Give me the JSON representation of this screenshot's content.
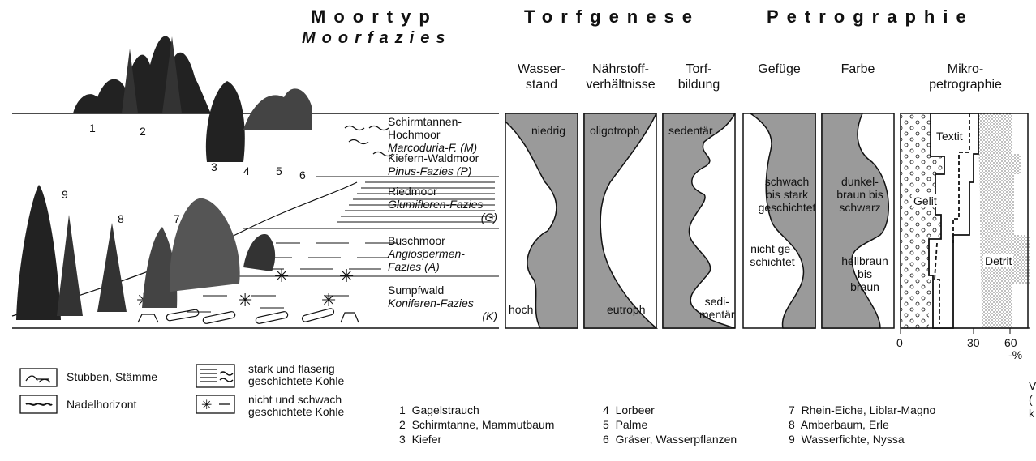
{
  "headers": {
    "moortyp": "Moortyp",
    "moorfazies": "Moorfazies",
    "torfgenese": "Torfgenese",
    "petrographie": "Petrographie"
  },
  "columns": {
    "wasserstand": [
      "Wasser-",
      "stand"
    ],
    "naehrstoff": [
      "Nährstoff-",
      "verhältnisse"
    ],
    "torfbildung": [
      "Torf-",
      "bildung"
    ],
    "gefuege": "Gefüge",
    "farbe": "Farbe",
    "mikro": [
      "Mikro-",
      "petrographie"
    ]
  },
  "facies": {
    "schirm": [
      "Schirmtannen-",
      "Hochmoor",
      "Marcoduria-F. (M)"
    ],
    "kiefern": [
      "Kiefern-Waldmoor",
      "Pinus-Fazies (P)"
    ],
    "ried": [
      "Riedmoor",
      "Glumifloren-Fazies",
      "(G)"
    ],
    "busch": [
      "Buschmoor",
      "Angiospermen-",
      "Fazies (A)"
    ],
    "sumpf": [
      "Sumpfwald",
      "Koniferen-Fazies",
      "(K)"
    ]
  },
  "column_labels": {
    "niedrig": "niedrig",
    "hoch": "hoch",
    "oligotroph": "oligotroph",
    "eutroph": "eutroph",
    "sedentaer": "sedentär",
    "sedimentaer": [
      "sedi-",
      "mentär"
    ],
    "gef_upper": [
      "schwach",
      "bis stark",
      "geschichtet"
    ],
    "gef_lower": [
      "nicht ge-",
      "schichtet"
    ],
    "farbe_upper": [
      "dunkel-",
      "braun bis",
      "schwarz"
    ],
    "farbe_lower": [
      "hellbraun",
      "bis",
      "braun"
    ],
    "textit": "Textit",
    "gelit": "Gelit",
    "detrit": "Detrit"
  },
  "axis": {
    "t0": "0",
    "t30": "30",
    "t60": "60",
    "unit": "%"
  },
  "plant_numbers": [
    "1",
    "2",
    "3",
    "4",
    "5",
    "6",
    "7",
    "8",
    "9"
  ],
  "legend": {
    "stubben": "Stubben, Stämme",
    "nadel": "Nadelhorizont",
    "stark": [
      "stark und flaserig",
      "geschichtete Kohle"
    ],
    "nicht": [
      "nicht und schwach",
      "geschichtete Kohle"
    ]
  },
  "species": {
    "col1": [
      "1  Gagelstrauch",
      "2  Schirmtanne, Mammutbaum",
      "3  Kiefer"
    ],
    "col2": [
      "4  Lorbeer",
      "5  Palme",
      "6  Gräser, Wasserpflanzen"
    ],
    "col3": [
      "7  Rhein-Eiche, Liblar-Magno",
      "8  Amberbaum, Erle",
      "9  Wasserfichte, Nyssa"
    ]
  },
  "edge_text": [
    "V",
    "(",
    "k"
  ],
  "colors": {
    "fill": "#9a9a9a",
    "ink": "#111111",
    "paper": "#ffffff"
  }
}
